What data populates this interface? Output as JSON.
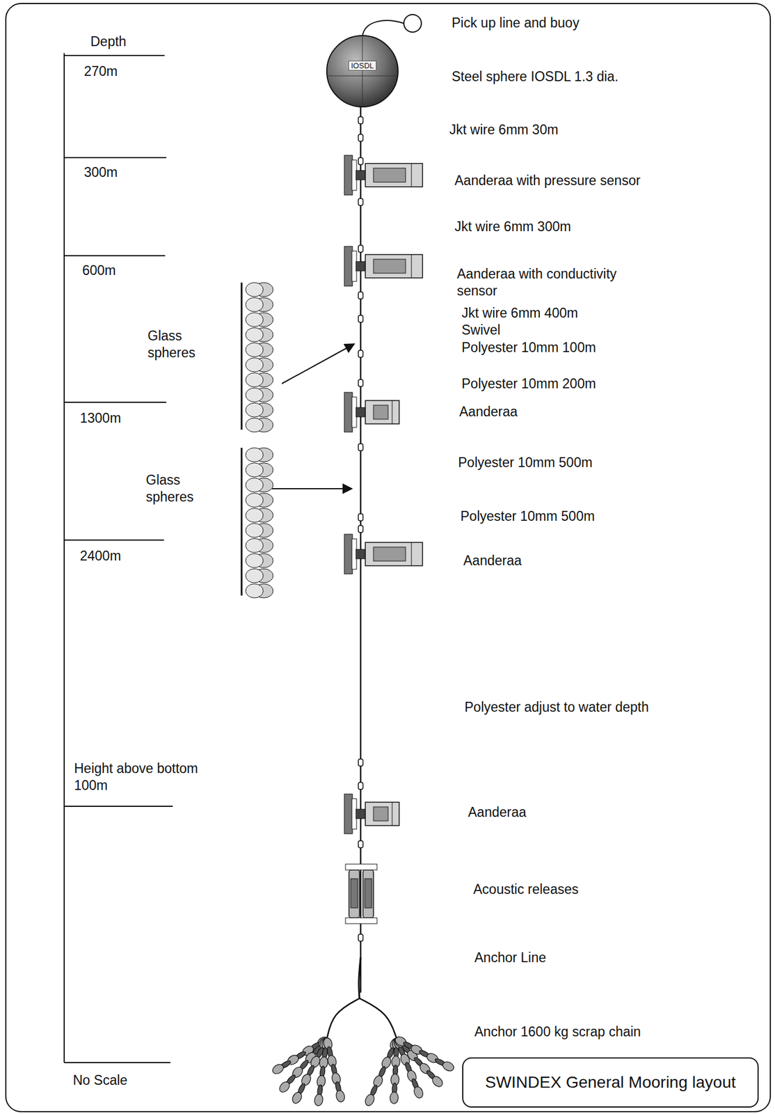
{
  "diagram": {
    "title": "SWINDEX General Mooring layout",
    "nodes": [
      {
        "text": [
          "IOSDL"
        ]
      }
    ],
    "edges": [],
    "labels": [
      "Depth",
      "270m",
      "300m",
      "600m",
      "1300m",
      "2400m",
      "Glass spheres",
      "Glass spheres",
      "Height above bottom 100m",
      "No Scale",
      "Pick up line and buoy",
      "Steel sphere IOSDL 1.3 dia.",
      "Jkt wire 6mm 30m",
      "Aanderaa with pressure sensor",
      "Jkt wire 6mm 300m",
      "Aanderaa with conductivity sensor",
      "Jkt wire 6mm 400m",
      "Swivel",
      "Polyester 10mm 100m",
      "Polyester 10mm 200m",
      "Aanderaa",
      "Polyester 10mm 500m",
      "Polyester 10mm 500m",
      "Aanderaa",
      "Polyester adjust to water depth",
      "Aanderaa",
      "Acoustic releases",
      "Anchor Line",
      "Anchor 1600 kg scrap chain"
    ]
  }
}
